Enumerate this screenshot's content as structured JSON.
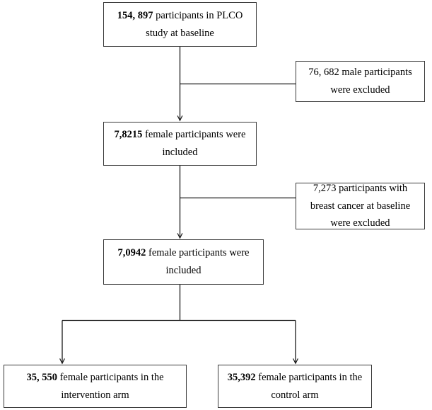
{
  "chart_data": {
    "type": "diagram",
    "title": "PLCO study participant flow diagram",
    "orientation": "top-down",
    "nodes": [
      {
        "id": "baseline",
        "kind": "main",
        "count_label": "154, 897",
        "text_rest": " participants in PLCO study at baseline",
        "full_text": "154, 897 participants in PLCO study at baseline",
        "value": 154897
      },
      {
        "id": "excluded_male",
        "kind": "exclusion",
        "count_label": "76, 682",
        "text_rest": " male participants were excluded",
        "full_text": "76, 682 male participants were excluded",
        "value": 76682
      },
      {
        "id": "female_included",
        "kind": "main",
        "count_label": "7,8215",
        "text_rest": " female participants were included",
        "full_text": "7,8215 female participants were included",
        "value": 78215
      },
      {
        "id": "excluded_breast_cancer",
        "kind": "exclusion",
        "count_label": "7,273",
        "text_rest": " participants with breast cancer at baseline were excluded",
        "full_text": "7,273 participants with breast cancer at baseline were excluded",
        "value": 7273
      },
      {
        "id": "eligible_female",
        "kind": "main",
        "count_label": "7,0942",
        "text_rest": " female participants were included",
        "full_text": "7,0942 female participants were included",
        "value": 70942
      },
      {
        "id": "intervention_arm",
        "kind": "terminal",
        "count_label": "35, 550",
        "text_rest": " female participants in the intervention arm",
        "full_text": "35, 550 female participants in the intervention arm",
        "value": 35550
      },
      {
        "id": "control_arm",
        "kind": "terminal",
        "count_label": "35,392",
        "text_rest": " female participants in the control arm",
        "full_text": "35,392 female participants in the control arm",
        "value": 35392
      }
    ],
    "edges": [
      {
        "from": "baseline",
        "to": "female_included",
        "arrow": true
      },
      {
        "from": "baseline",
        "to": "excluded_male",
        "arrow": false
      },
      {
        "from": "female_included",
        "to": "eligible_female",
        "arrow": true
      },
      {
        "from": "female_included",
        "to": "excluded_breast_cancer",
        "arrow": false
      },
      {
        "from": "eligible_female",
        "to": "intervention_arm",
        "arrow": true
      },
      {
        "from": "eligible_female",
        "to": "control_arm",
        "arrow": true
      }
    ],
    "colors": {
      "background": "#ffffff",
      "box_border": "#3a3a3a",
      "connector": "#1a1a1a",
      "text": "#000000"
    }
  }
}
